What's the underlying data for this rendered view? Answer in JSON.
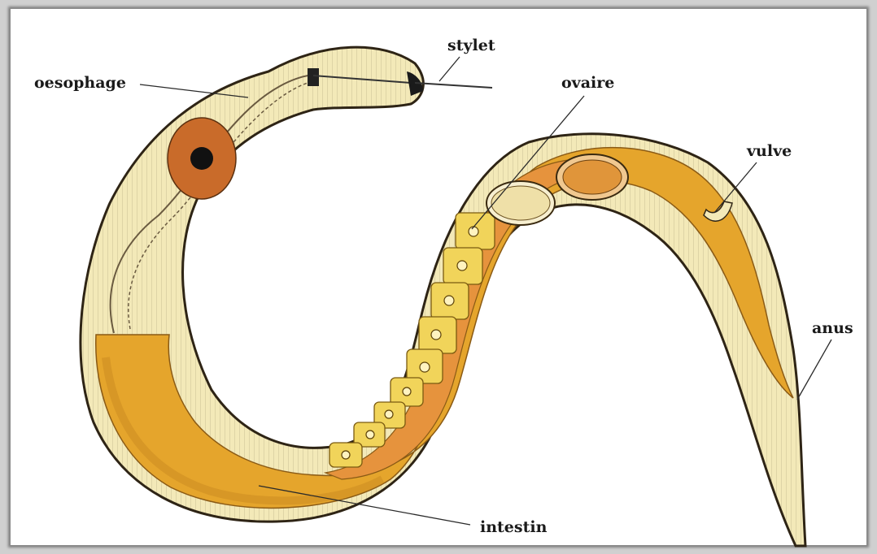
{
  "diagram": {
    "labels": {
      "stylet": "stylet",
      "oesophage": "oesophage",
      "ovaire": "ovaire",
      "vulve": "vulve",
      "anus": "anus",
      "intestin": "intestin"
    },
    "colors": {
      "cuticle": "#f3e9b8",
      "cuticle_edge": "#2e2415",
      "intestine": "#e5a52c",
      "intestine_dark": "#c98a1f",
      "ovary_outer": "#e6933d",
      "egg_cells": "#f1d45a",
      "bulb": "#c96b2a"
    }
  }
}
